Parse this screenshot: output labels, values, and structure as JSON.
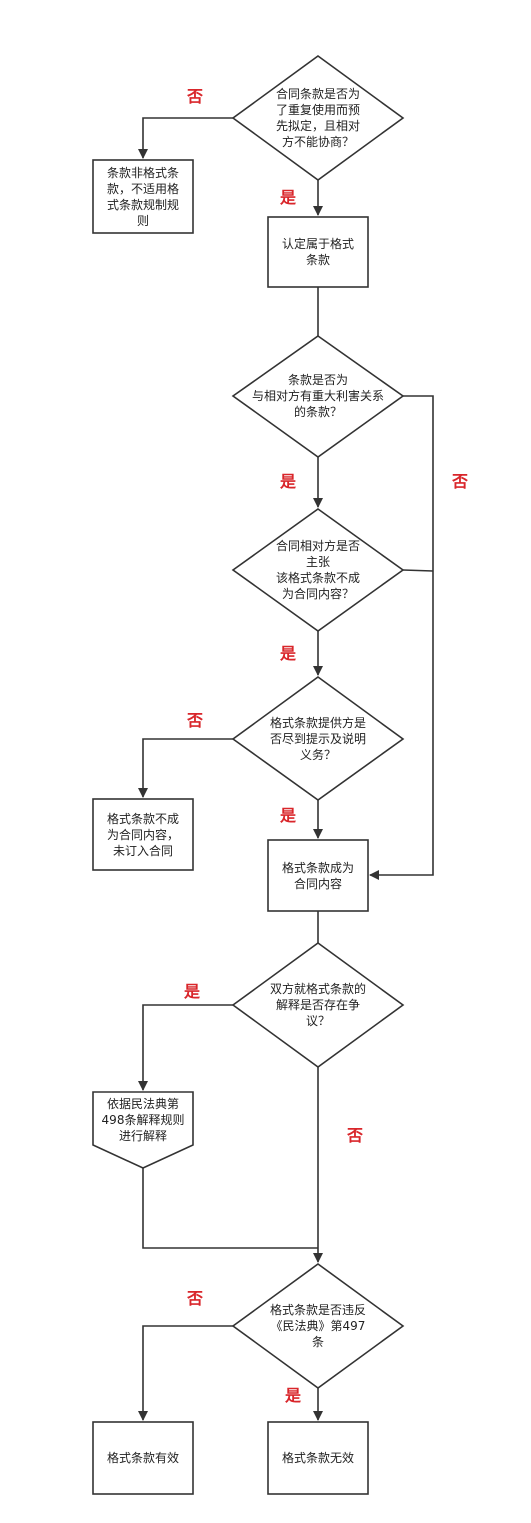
{
  "colors": {
    "stroke": "#333333",
    "label": "#d9262b",
    "fill": "#ffffff"
  },
  "nodes": {
    "d1": "合同条款是否为\n了重复使用而预\n先拟定，且相对\n方不能协商？",
    "b_non_standard": "条款非格式条\n款，不适用格\n式条款规制规\n则",
    "b_confirm": "认定属于格式\n条款",
    "d2": "条款是否为\n与相对方有重大利害关系\n的条款？",
    "d3": "合同相对方是否\n主张\n该格式条款不成\n为合同内容？",
    "d4": "格式条款提供方是\n否尽到提示及说明\n义务？",
    "b_not_content": "格式条款不成\n为合同内容，\n未订入合同",
    "b_is_content": "格式条款成为\n合同内容",
    "d5": "双方就格式条款的\n解释是否存在争\n议？",
    "b_interpret": "依据民法典第\n498条解释规则\n进行解释",
    "d6": "格式条款是否违反\n《民法典》第497\n条",
    "b_valid": "格式条款有效",
    "b_invalid": "格式条款无效"
  },
  "labels": {
    "d1_no": "否",
    "d1_yes": "是",
    "d2_yes": "是",
    "d2_no": "否",
    "d3_yes": "是",
    "d4_no": "否",
    "d4_yes": "是",
    "d5_yes": "是",
    "d5_no": "否",
    "d6_no": "否",
    "d6_yes": "是"
  }
}
